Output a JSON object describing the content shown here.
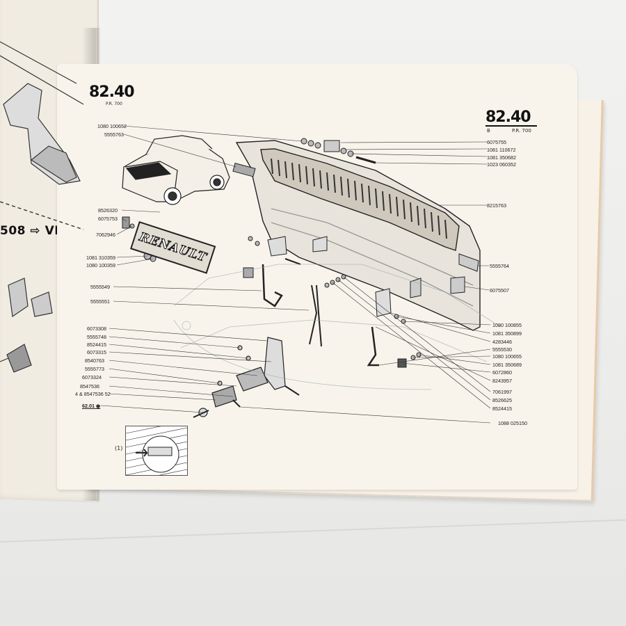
{
  "left_page": {
    "arrow_label": "508",
    "vehicle_label": "VEH n°",
    "dots": "..."
  },
  "page": {
    "number_left": "82.40",
    "ref_left": "P.R. 700",
    "number_right": "82.40",
    "letter_right": "B",
    "ref_right": "P.R. 700"
  },
  "badge_text": "RENAULT",
  "labels_left": [
    "1080 100652",
    "5555763",
    "8526320",
    "6075753",
    "7062946",
    "1081 310359",
    "1080 100359",
    "5555549",
    "5555551",
    "6073308",
    "5555748",
    "8524415",
    "6073315",
    "8540763",
    "5555773",
    "6073324",
    "8547536",
    "8547536",
    "62.01"
  ],
  "labels_right": [
    "6075755",
    "1081 110672",
    "1081 350682",
    "1023 060352",
    "8215763",
    "5555764",
    "6075507",
    "1080 100855",
    "1081 350899",
    "4283446",
    "5555530",
    "1080 100655",
    "1081 350689",
    "6072860",
    "8243957",
    "7061997",
    "8526625",
    "8524415",
    "1088 025150"
  ],
  "inset_label": "(1)",
  "stepper_prefix": "4",
  "stepper_suffix": "52",
  "colors": {
    "paper": "#f8f4ec",
    "ink": "#222222",
    "tab": "#1b1b1b"
  }
}
